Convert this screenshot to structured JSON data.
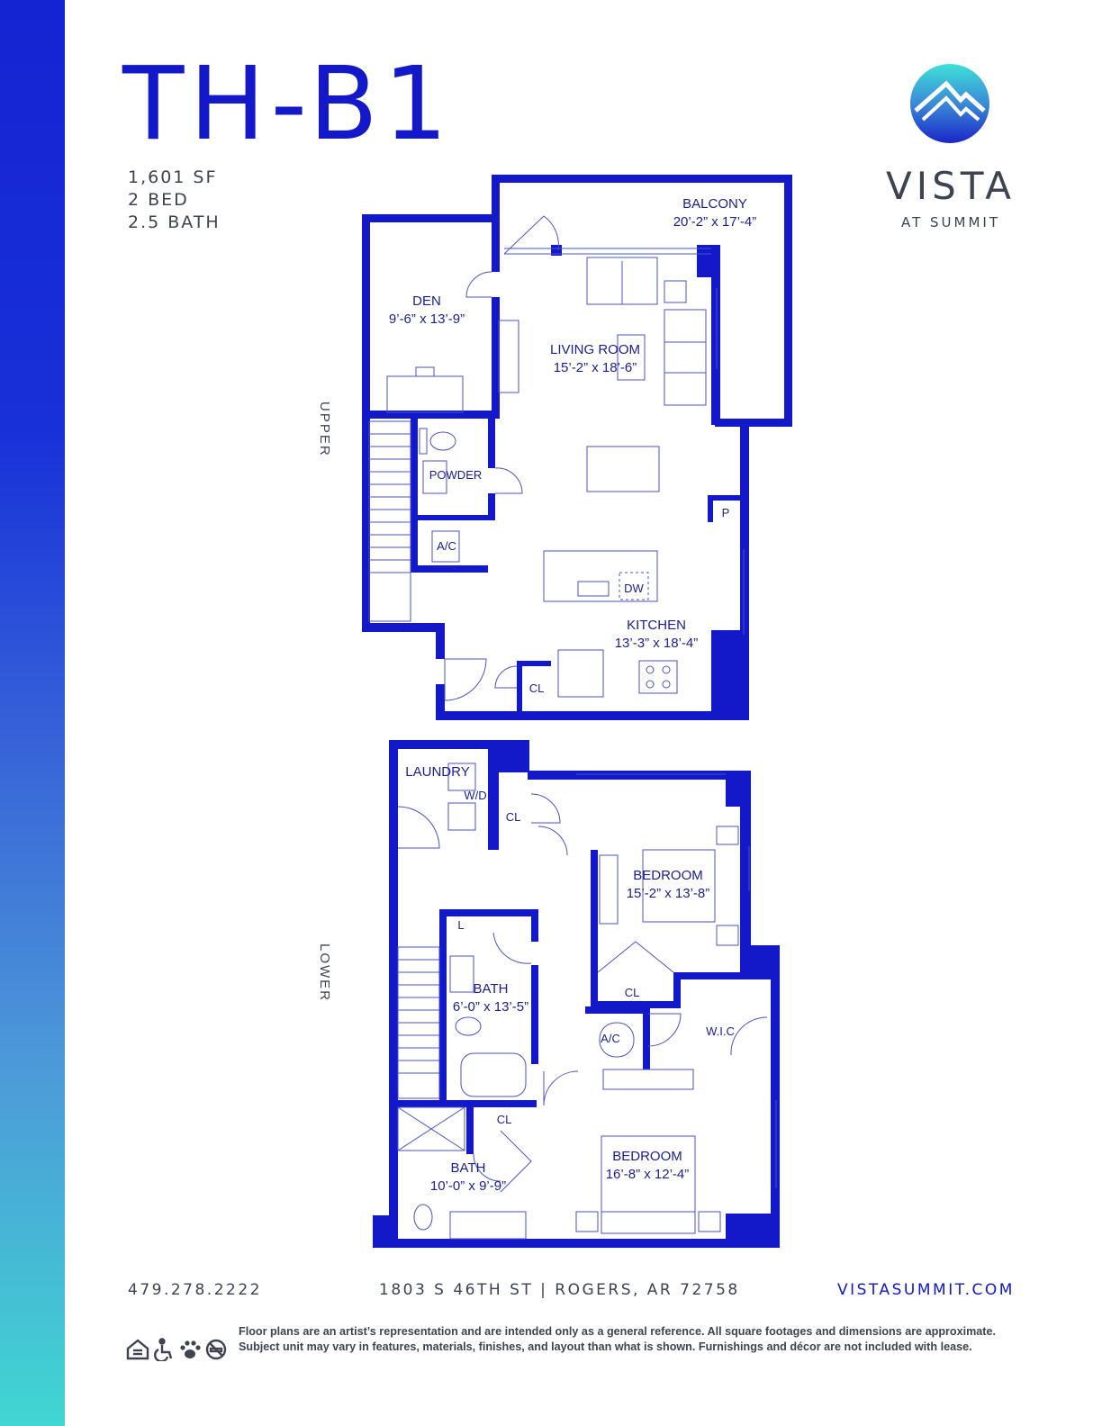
{
  "plan": {
    "title": "TH-B1",
    "sqft": "1,601 SF",
    "beds": "2 BED",
    "baths": "2.5 BATH"
  },
  "brand": {
    "name": "VISTA",
    "sub": "AT SUMMIT",
    "logo_icon": "mountain-logo-icon",
    "color": "#1318c8"
  },
  "levels": {
    "upper": "UPPER",
    "lower": "LOWER"
  },
  "rooms": {
    "balcony": {
      "name": "BALCONY",
      "dim": "20’-2” x 17’-4”"
    },
    "den": {
      "name": "DEN",
      "dim": "9’-6” x 13’-9”"
    },
    "living": {
      "name": "LIVING ROOM",
      "dim": "15’-2” x 18’-6”"
    },
    "powder": {
      "name": "POWDER"
    },
    "ac_upper": {
      "name": "A/C"
    },
    "pantry": {
      "name": "P"
    },
    "dw": {
      "name": "DW"
    },
    "kitchen": {
      "name": "KITCHEN",
      "dim": "13’-3” x 18’-4”"
    },
    "cl_kitchen": {
      "name": "CL"
    },
    "laundry": {
      "name": "LAUNDRY"
    },
    "wd": {
      "name": "W/D"
    },
    "cl_laundry": {
      "name": "CL"
    },
    "bedroom1": {
      "name": "BEDROOM",
      "dim": "15’-2” x 13’-8”"
    },
    "linen": {
      "name": "L"
    },
    "bath1": {
      "name": "BATH",
      "dim": "6’-0” x 13’-5”"
    },
    "cl_bed1": {
      "name": "CL"
    },
    "ac_lower": {
      "name": "A/C"
    },
    "wic": {
      "name": "W.I.C"
    },
    "cl_bath2": {
      "name": "CL"
    },
    "bath2": {
      "name": "BATH",
      "dim": "10’-0” x 9’-9”"
    },
    "bedroom2": {
      "name": "BEDROOM",
      "dim": "16’-8” x 12’-4”"
    }
  },
  "footer": {
    "phone": "479.278.2222",
    "address": "1803 S 46TH ST | ROGERS, AR 72758",
    "website": "VISTASUMMIT.COM",
    "disclaimer": "Floor plans are an artist’s representation and are intended only as a general reference. All square footages and dimensions are approximate. Subject unit may vary in features, materials, finishes, and layout than what is shown. Furnishings and décor are not included with lease.",
    "icons": [
      "equal-housing-icon",
      "accessibility-icon",
      "pet-friendly-icon",
      "no-smoking-icon"
    ]
  }
}
